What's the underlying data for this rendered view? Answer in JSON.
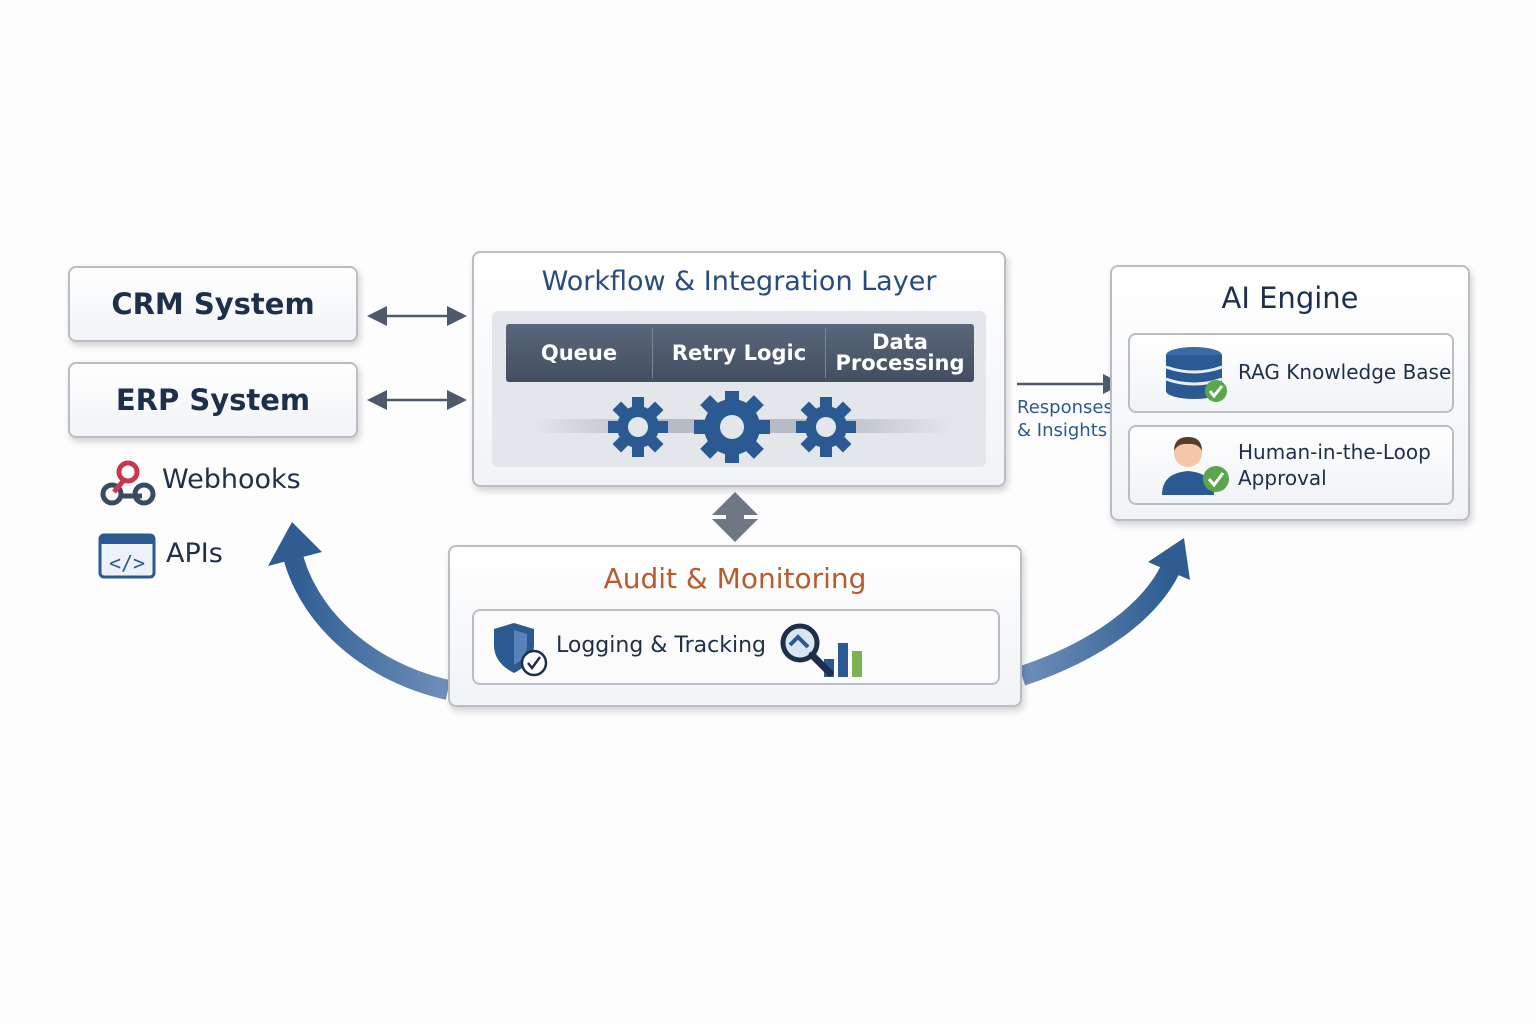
{
  "sources": {
    "crm_label": "CRM System",
    "erp_label": "ERP System",
    "webhooks_label": "Webhooks",
    "apis_label": "APIs"
  },
  "workflow": {
    "title": "Workflow & Integration Layer",
    "segments": [
      "Queue",
      "Retry Logic",
      "Data\nProcessing"
    ]
  },
  "flow_label": {
    "line1": "Responses",
    "line2": "& Insights"
  },
  "ai_engine": {
    "title": "AI Engine",
    "rag_label": "RAG Knowledge Base",
    "hitl_line1": "Human-in-the-Loop",
    "hitl_line2": "Approval"
  },
  "audit": {
    "title": "Audit & Monitoring",
    "logging_label": "Logging & Tracking"
  },
  "colors": {
    "primary_blue": "#2b5a92",
    "accent_orange": "#b95b2c",
    "segment_bar": "#4b5a6f",
    "check_green": "#5aa64c",
    "webhook_red": "#c8374d"
  }
}
